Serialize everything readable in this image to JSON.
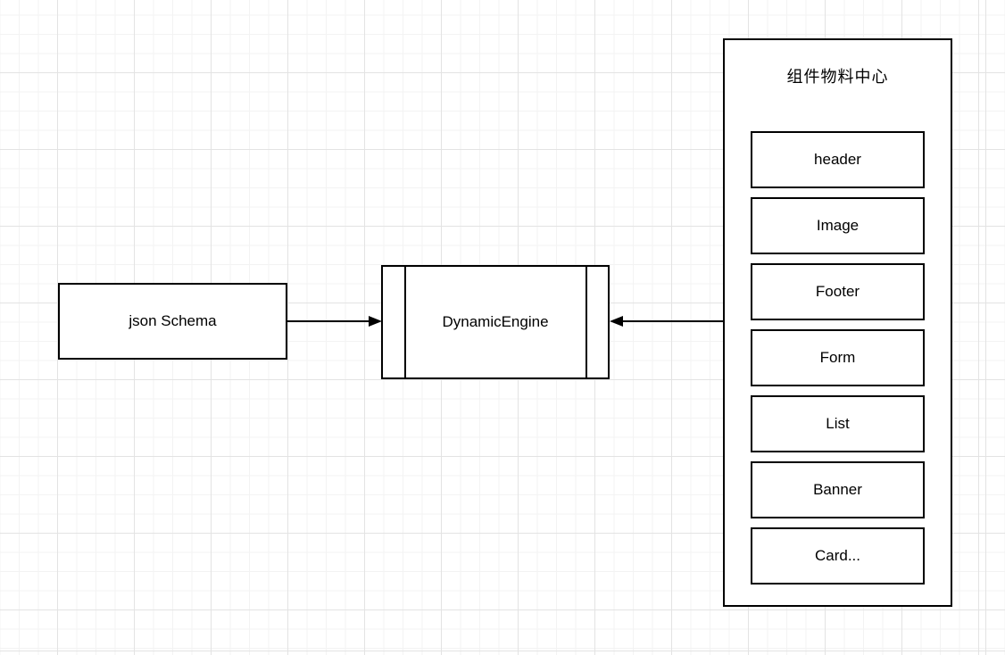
{
  "diagram": {
    "nodes": {
      "json_schema": {
        "label": "json Schema"
      },
      "dynamic_engine": {
        "label": "DynamicEngine",
        "shape": "uml-component"
      }
    },
    "palette": {
      "title": "组件物料中心",
      "items": [
        "header",
        "Image",
        "Footer",
        "Form",
        "List",
        "Banner",
        "Card..."
      ]
    },
    "edges": [
      {
        "from": "json_schema",
        "to": "dynamic_engine",
        "arrow": "into-dynamic-engine-left"
      },
      {
        "from": "palette",
        "to": "dynamic_engine",
        "arrow": "into-dynamic-engine-right"
      }
    ],
    "colors": {
      "stroke": "#000000",
      "node_fill": "#ffffff",
      "canvas": "#ffffff",
      "grid_minor": "#f3f3f3",
      "grid_major": "#e3e3e3"
    }
  }
}
